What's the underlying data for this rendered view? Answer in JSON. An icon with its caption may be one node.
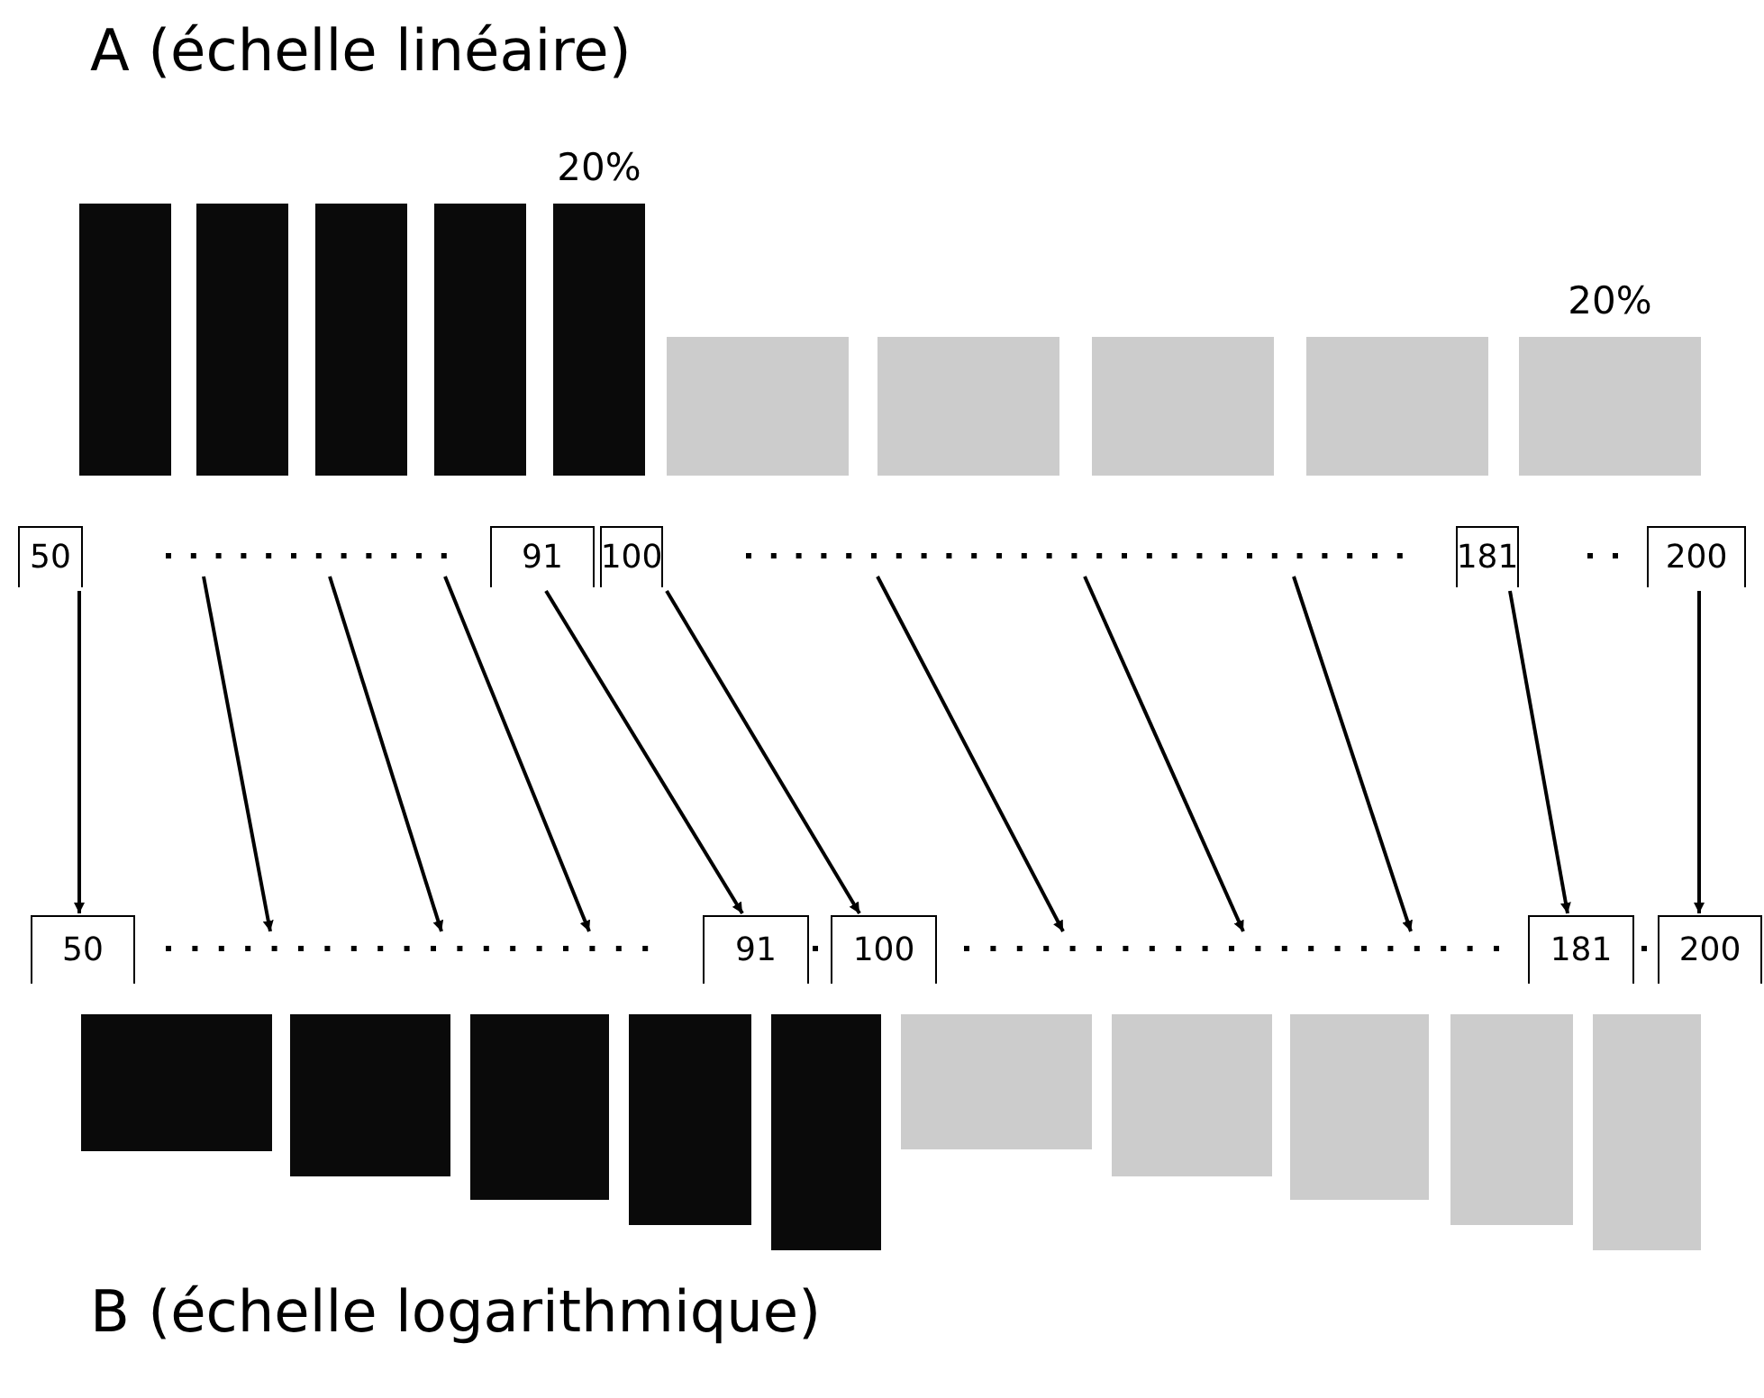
{
  "diagram": {
    "nodes": [
      {
        "text": [],
        "shape": "bar"
      },
      {
        "text": [],
        "shape": "bar"
      },
      {
        "text": [],
        "shape": "bar"
      },
      {
        "text": [],
        "shape": "bar"
      },
      {
        "text": [],
        "shape": "bar",
        "beside": [
          "20%"
        ]
      },
      {
        "text": [],
        "shape": "bar"
      },
      {
        "text": [],
        "shape": "bar"
      },
      {
        "text": [],
        "shape": "bar"
      },
      {
        "text": [],
        "shape": "bar"
      },
      {
        "text": [],
        "shape": "bar",
        "beside": [
          "20%"
        ]
      },
      {
        "text": [
          "50"
        ]
      },
      {
        "text": [],
        "shape": "dots"
      },
      {
        "text": [
          "91"
        ]
      },
      {
        "text": [
          "100"
        ]
      },
      {
        "text": [],
        "shape": "dots"
      },
      {
        "text": [
          "181"
        ]
      },
      {
        "text": [
          "200"
        ]
      },
      {
        "text": [
          "50"
        ]
      },
      {
        "text": [],
        "shape": "dots"
      },
      {
        "text": [
          "91"
        ]
      },
      {
        "text": [
          "100"
        ]
      },
      {
        "text": [],
        "shape": "dots"
      },
      {
        "text": [
          "181"
        ]
      },
      {
        "text": [
          "200"
        ]
      },
      {
        "text": [],
        "shape": "bar"
      },
      {
        "text": [],
        "shape": "bar"
      },
      {
        "text": [],
        "shape": "bar"
      },
      {
        "text": [],
        "shape": "bar"
      },
      {
        "text": [],
        "shape": "bar"
      },
      {
        "text": [],
        "shape": "bar"
      },
      {
        "text": [],
        "shape": "bar"
      },
      {
        "text": [],
        "shape": "bar"
      },
      {
        "text": [],
        "shape": "bar"
      },
      {
        "text": [],
        "shape": "bar"
      }
    ],
    "edges": [
      {
        "from": 10,
        "to": 17,
        "arrow": "to"
      },
      {
        "from": 11,
        "to": 18,
        "arrow": "to"
      },
      {
        "from": 11,
        "to": 18,
        "arrow": "to"
      },
      {
        "from": 11,
        "to": 18,
        "arrow": "to"
      },
      {
        "from": 12,
        "to": 19,
        "arrow": "to"
      },
      {
        "from": 13,
        "to": 20,
        "arrow": "to"
      },
      {
        "from": 14,
        "to": 21,
        "arrow": "to"
      },
      {
        "from": 14,
        "to": 21,
        "arrow": "to"
      },
      {
        "from": 14,
        "to": 21,
        "arrow": "to"
      },
      {
        "from": 15,
        "to": 22,
        "arrow": "to"
      },
      {
        "from": 16,
        "to": 23,
        "arrow": "to"
      }
    ],
    "labels": [
      "A (échelle linéaire)",
      "B (échelle logarithmique)"
    ]
  }
}
